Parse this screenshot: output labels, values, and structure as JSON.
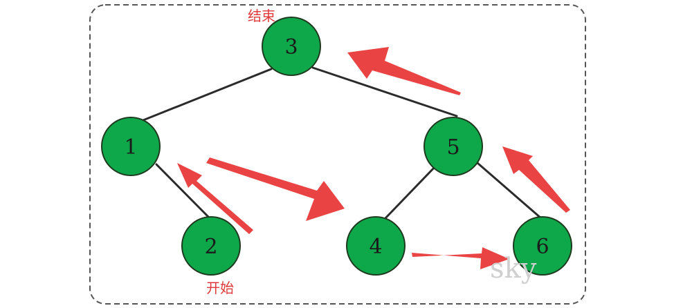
{
  "diagram": {
    "type": "binary-tree-traversal",
    "nodes": [
      {
        "id": "n3",
        "label": "3"
      },
      {
        "id": "n1",
        "label": "1"
      },
      {
        "id": "n5",
        "label": "5"
      },
      {
        "id": "n2",
        "label": "2"
      },
      {
        "id": "n4",
        "label": "4"
      },
      {
        "id": "n6",
        "label": "6"
      }
    ],
    "edges": [
      {
        "from": "n3",
        "to": "n1"
      },
      {
        "from": "n3",
        "to": "n5"
      },
      {
        "from": "n1",
        "to": "n2"
      },
      {
        "from": "n5",
        "to": "n4"
      },
      {
        "from": "n5",
        "to": "n6"
      }
    ],
    "traversal_order": [
      "2",
      "1",
      "4",
      "6",
      "5",
      "3"
    ],
    "captions": {
      "start": "开始",
      "end": "结束"
    },
    "watermark": "sky"
  },
  "colors": {
    "node_fill": "#0ea84b",
    "node_stroke": "#1e3a1e",
    "edge": "#2b2b2b",
    "arrow": "#ea4343",
    "caption": "#e0393b",
    "border": "#555555"
  }
}
